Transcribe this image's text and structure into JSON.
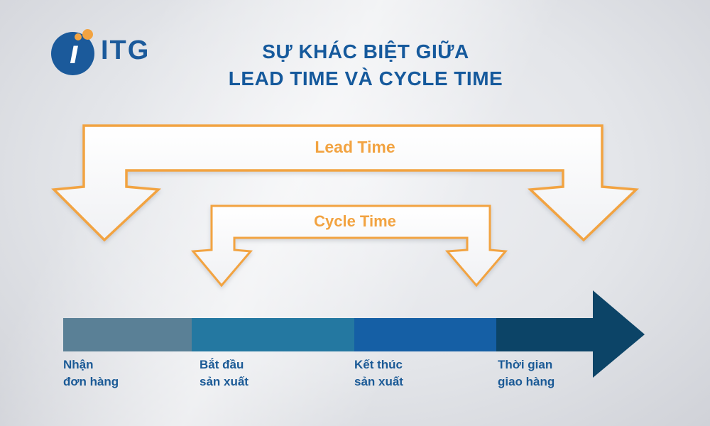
{
  "brand": {
    "logo_letter": "ı",
    "logo_text": "ITG"
  },
  "title": {
    "line1": "SỰ KHÁC BIỆT GIỮA",
    "line2": "LEAD TIME VÀ CYCLE TIME"
  },
  "banners": {
    "lead_time": {
      "label": "Lead Time"
    },
    "cycle_time": {
      "label": "Cycle Time"
    }
  },
  "timeline": {
    "milestones": [
      {
        "line1": "Nhận",
        "line2": "đơn hàng"
      },
      {
        "line1": "Bắt đầu",
        "line2": "sản xuất"
      },
      {
        "line1": "Kết thúc",
        "line2": "sản xuất"
      },
      {
        "line1": "Thời gian",
        "line2": "giao hàng"
      }
    ],
    "segment_colors": [
      "#5A8096",
      "#2478A1",
      "#155FA5",
      "#0C4467"
    ],
    "arrow_color": "#0C4467"
  },
  "colors": {
    "accent_orange": "#F2A341",
    "title_blue": "#15599C",
    "label_blue": "#1B5A96",
    "logo_blue": "#1B5A9B",
    "background": "#E3E5E9"
  }
}
